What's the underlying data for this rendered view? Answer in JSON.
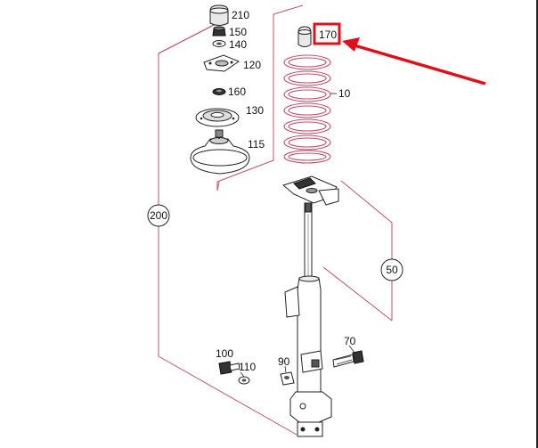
{
  "diagram": {
    "part_labels": {
      "p210": "210",
      "p150": "150",
      "p140": "140",
      "p120": "120",
      "p160": "160",
      "p130": "130",
      "p115": "115",
      "p170": "170",
      "p10": "10",
      "p100": "100",
      "p110": "110",
      "p90": "90",
      "p70": "70"
    },
    "group_labels": {
      "g200": "200",
      "g50": "50"
    },
    "highlighted_part": "170",
    "colors": {
      "group_line": "#c0506a",
      "highlight": "#e0101a",
      "ink": "#222222"
    }
  }
}
